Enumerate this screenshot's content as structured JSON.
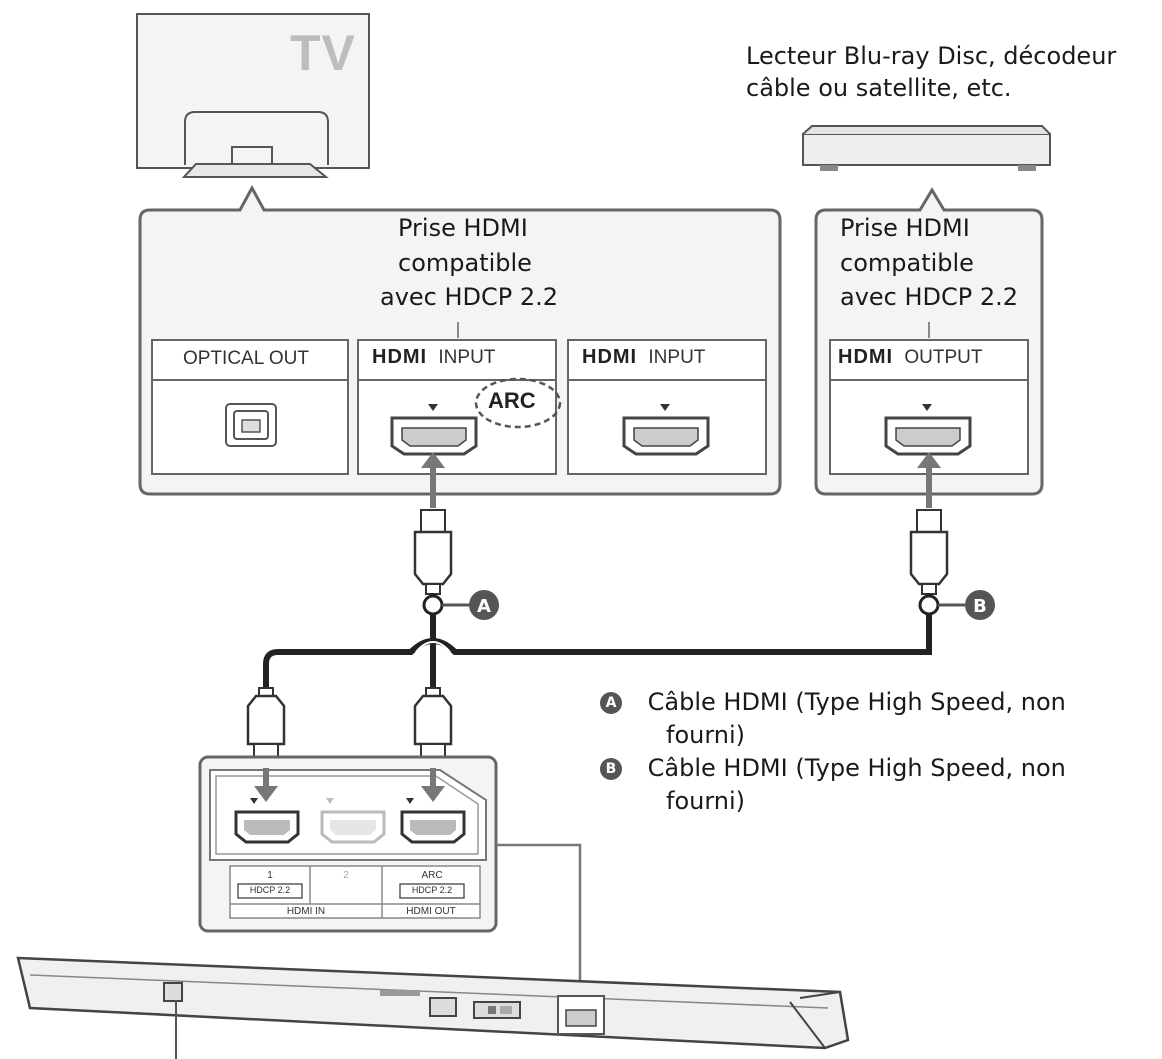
{
  "tv": {
    "label": "TV"
  },
  "source_device": {
    "label_line1": "Lecteur Blu-ray Disc, décodeur",
    "label_line2": "câble ou satellite, etc."
  },
  "tv_panel": {
    "jack_note": [
      "Prise HDMI",
      "compatible",
      "avec HDCP 2.2"
    ],
    "optical_out": "OPTICAL OUT",
    "hdmi_logo": "HDMI",
    "input_1": "INPUT",
    "arc": "ARC",
    "input_2": "INPUT"
  },
  "source_panel": {
    "jack_note": [
      "Prise HDMI",
      "compatible",
      "avec HDCP 2.2"
    ],
    "hdmi_logo": "HDMI",
    "output": "OUTPUT"
  },
  "cables": {
    "marker_a": "A",
    "marker_b": "B"
  },
  "legend": [
    {
      "marker": "A",
      "line1": "Câble HDMI (Type High Speed, non",
      "line2": "fourni)"
    },
    {
      "marker": "B",
      "line1": "Câble HDMI (Type High Speed, non",
      "line2": "fourni)"
    }
  ],
  "soundbar_panel": {
    "port1": "1",
    "port2": "2",
    "arc": "ARC",
    "hdcp": "HDCP 2.2",
    "hdmi_in": "HDMI IN",
    "hdmi_out": "HDMI OUT"
  },
  "colors": {
    "line": "#555555",
    "fill": "#f2f2f2",
    "cable": "#222222",
    "badge": "#555555"
  }
}
